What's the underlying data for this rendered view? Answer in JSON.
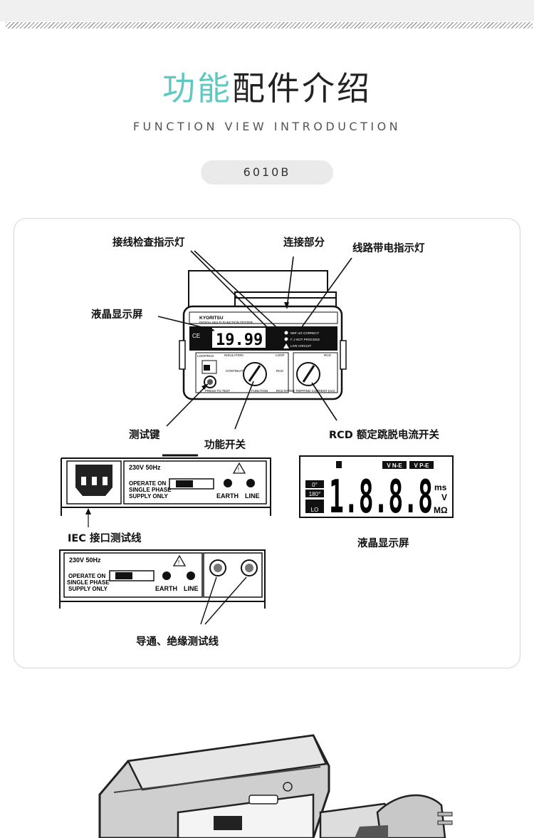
{
  "header": {
    "title_accent": "功能",
    "title_rest": "配件介绍",
    "subtitle": "FUNCTION VIEW INTRODUCTION",
    "model": "6010B"
  },
  "callouts": {
    "wiring_check_lamp": "接线检查指示灯",
    "connection_part": "连接部分",
    "live_line_lamp": "线路带电指示灯",
    "lcd_screen": "液晶显示屏",
    "test_key": "测试键",
    "function_switch": "功能开关",
    "rcd_switch": "RCD 额定跳脱电流开关",
    "iec_port": "IEC 接口测试线",
    "lcd_screen_2": "液晶显示屏",
    "continuity_insulation_leads": "导通、绝缘测试线"
  },
  "device": {
    "brand": "KYORITSU",
    "model_line": "DIGITAL MULTI FUNCTION TESTER",
    "lcd_reading": "19.99",
    "wiring_correct": "WIRING CORRECT",
    "do_not_proceed": "DO NOT PROCEED",
    "live_circuit": "LIVE CIRCUIT",
    "insulation": "INSULATION",
    "continuity": "CONTINUITY",
    "loop": "LOOP",
    "rcd": "RCD",
    "loop_rcd": "LOOP/RCD",
    "press_to_test": "PRESS TO TEST",
    "function": "FUNCTION",
    "rcd_rated": "RCD RATED TRIPPING CURRENT (mA)"
  },
  "iec_panel": {
    "voltage": "230V 50Hz",
    "note_line1": "OPERATE ON",
    "note_line2": "SINGLE PHASE",
    "note_line3": "SUPPLY ONLY",
    "earth": "EARTH",
    "line": "LINE"
  },
  "lcd_detail": {
    "digits": "1.8.8.8",
    "tag_vne": "V N-E",
    "tag_vpe": "V P-E",
    "tag_0": "0°",
    "tag_180": "180°",
    "tag_lo": "LO",
    "unit_ms": "ms",
    "unit_v": "V",
    "unit_mohm": "MΩ"
  },
  "lead_panel": {
    "voltage": "230V 50Hz",
    "note_line1": "OPERATE ON",
    "note_line2": "SINGLE PHASE",
    "note_line3": "SUPPLY ONLY",
    "earth": "EARTH",
    "line": "LINE"
  }
}
